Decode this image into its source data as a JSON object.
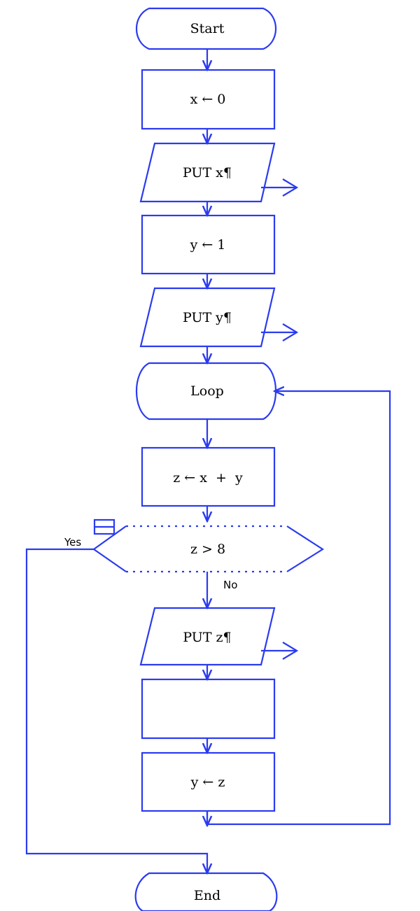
{
  "colors": {
    "stroke": "#2b3bf0",
    "text": "#000000",
    "background": "#ffffff"
  },
  "nodes": {
    "start": "Start",
    "init_x": "x ← 0",
    "put_x": "PUT x¶",
    "init_y": "y ← 1",
    "put_y": "PUT y¶",
    "loop": "Loop",
    "calc_z": "z ← x  +  y",
    "condition": "z > 8",
    "put_z": "PUT z¶",
    "empty_step": "",
    "assign_y": "y ← z",
    "end": "End"
  },
  "branches": {
    "yes": "Yes",
    "no": "No"
  },
  "icons": {
    "output_arrow": "open-arrow-right-icon",
    "breakpoint": "split-box-icon"
  }
}
